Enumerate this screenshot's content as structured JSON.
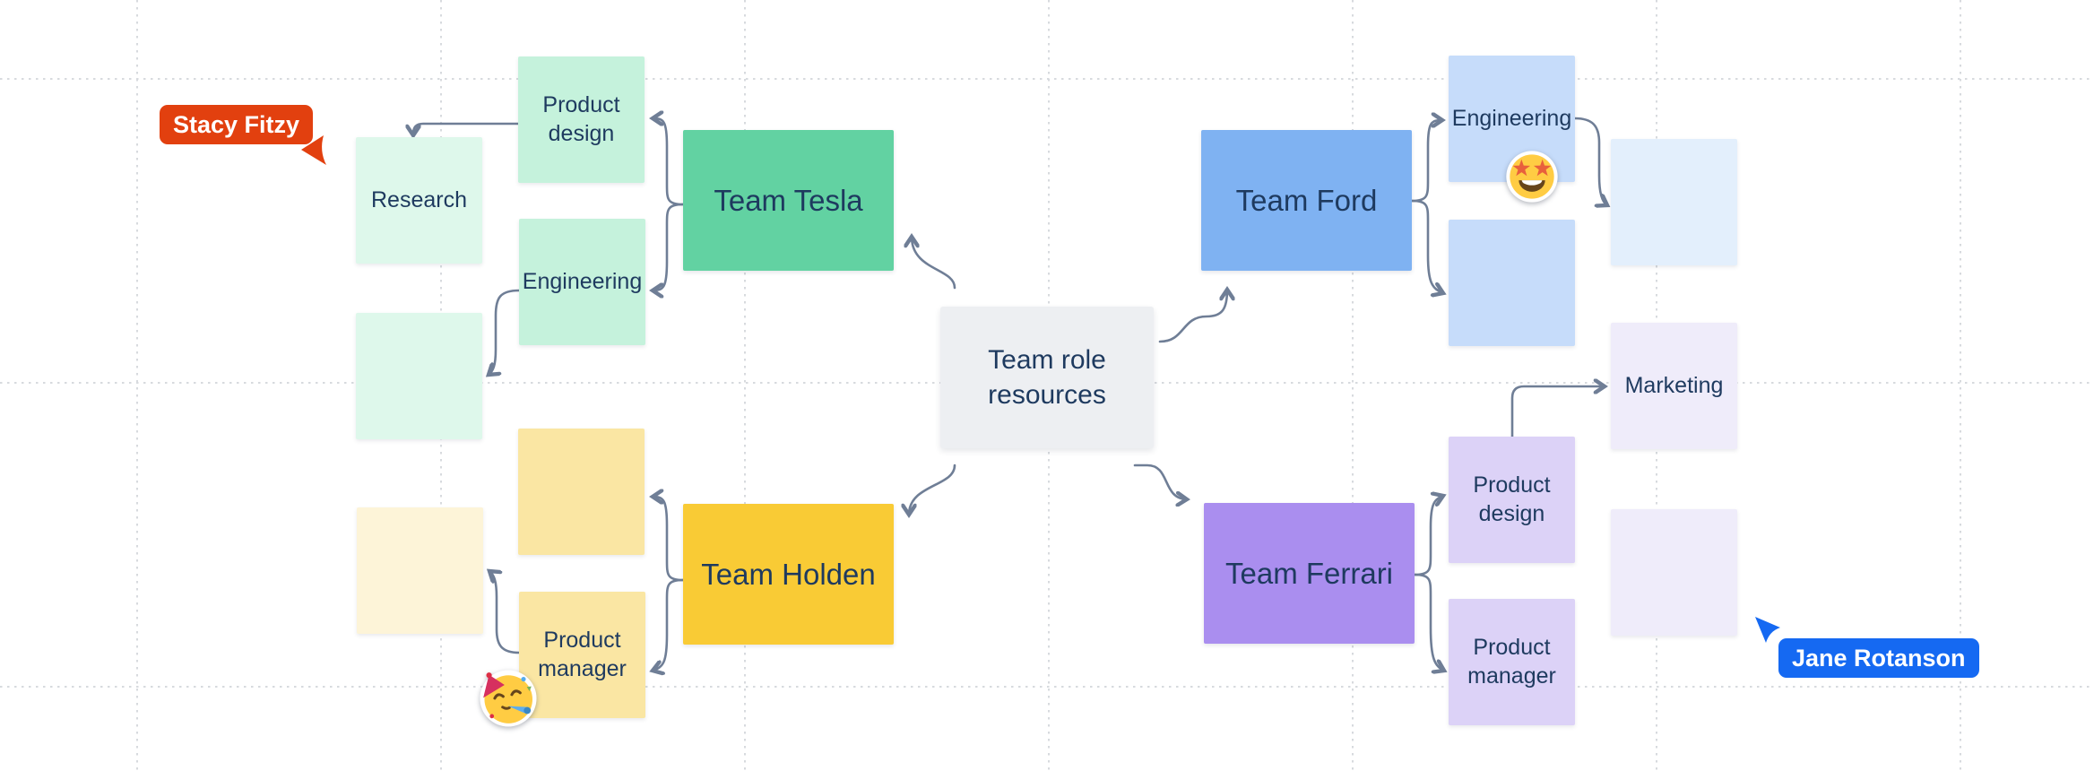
{
  "board": {
    "center_node": {
      "label": "Team role resources",
      "bg": "#EDEFF2"
    },
    "teams": {
      "tesla": {
        "label": "Team Tesla",
        "color": "#62D2A2",
        "notes": {
          "product_design": {
            "label": "Product design",
            "color": "#C5F2DC"
          },
          "engineering": {
            "label": "Engineering",
            "color": "#C5F2DC"
          },
          "research": {
            "label": "Research",
            "color": "#DEF8EB"
          },
          "blank": {
            "label": "",
            "color": "#DEF8EB"
          }
        }
      },
      "holden": {
        "label": "Team Holden",
        "color": "#F9CB35",
        "notes": {
          "blank_top": {
            "label": "",
            "color": "#FAE6A3"
          },
          "product_manager": {
            "label": "Product manager",
            "color": "#FAE6A3"
          },
          "blank_left": {
            "label": "",
            "color": "#FDF4D8"
          }
        }
      },
      "ford": {
        "label": "Team Ford",
        "color": "#7FB2F2",
        "notes": {
          "engineering": {
            "label": "Engineering",
            "color": "#C6DCFA"
          },
          "blank_bottom": {
            "label": "",
            "color": "#C6DCFA"
          },
          "blank_right": {
            "label": "",
            "color": "#E3EFFC"
          }
        }
      },
      "ferrari": {
        "label": "Team Ferrari",
        "color": "#AA8EEF",
        "notes": {
          "product_design": {
            "label": "Product design",
            "color": "#DCD2F7"
          },
          "product_manager": {
            "label": "Product manager",
            "color": "#DCD2F7"
          },
          "marketing": {
            "label": "Marketing",
            "color": "#EFECFA"
          },
          "blank_bottom": {
            "label": "",
            "color": "#EFECFA"
          }
        }
      }
    },
    "cursors": {
      "stacy": {
        "name": "Stacy Fitzy",
        "color": "#E2400F"
      },
      "jane": {
        "name": "Jane Rotanson",
        "color": "#1569F2"
      }
    },
    "stickers": {
      "star_struck": {
        "emoji": "star-struck",
        "location": "on Team Ford engineering note"
      },
      "partying_face": {
        "emoji": "partying-face",
        "location": "on Team Holden product manager note"
      }
    },
    "palette": {
      "background": "#FFFFFF",
      "grid_dots": "#D7DADE",
      "connector": "#6F7E96",
      "text": "#1E3A5F"
    }
  }
}
